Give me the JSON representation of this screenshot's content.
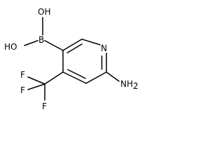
{
  "molecule": {
    "atoms": {
      "oh_top": "OH",
      "oh_left": "HO",
      "boron": "B",
      "nitrogen": "N",
      "amine": "NH",
      "amine_subscript": "2",
      "f_top": "F",
      "f_left": "F",
      "f_bottom": "F"
    },
    "colors": {
      "bond": "#000000",
      "label": "#000000",
      "background": "#ffffff"
    }
  }
}
